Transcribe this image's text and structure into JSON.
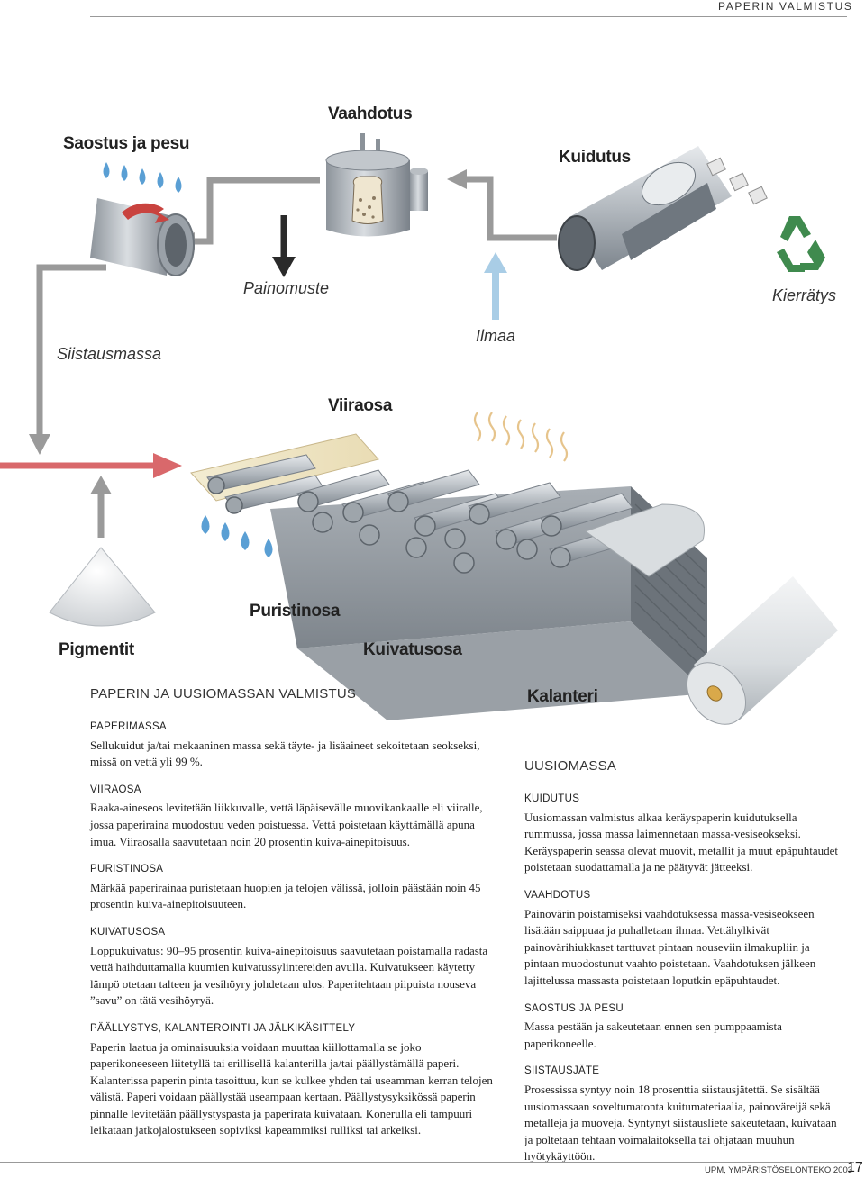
{
  "header": {
    "section": "PAPERIN VALMISTUS"
  },
  "diagram": {
    "labels": {
      "saostus": "Saostus ja pesu",
      "vaahdotus": "Vaahdotus",
      "kuidutus": "Kuidutus",
      "painomuste": "Painomuste",
      "kierratys": "Kierrätys",
      "siistausmassa": "Siistausmassa",
      "ilmaa": "Ilmaa",
      "viiraosa": "Viiraosa",
      "puristinosa": "Puristinosa",
      "pigmentit": "Pigmentit",
      "kuivatusosa": "Kuivatusosa",
      "kalanteri": "Kalanteri"
    },
    "colors": {
      "arrow_gray": "#9a9a9a",
      "arrow_red": "#d9686b",
      "arrow_blue": "#a9cde6",
      "recycle_green": "#3f8a4e",
      "water_blue": "#5a9fd4",
      "steel": "#b7bcc2"
    }
  },
  "left": {
    "title": "PAPERIN JA UUSIOMASSAN VALMISTUS",
    "sections": [
      {
        "heading": "PAPERIMASSA",
        "body": "Sellukuidut ja/tai mekaaninen massa sekä täyte- ja lisäaineet sekoitetaan seokseksi, missä on vettä yli 99 %."
      },
      {
        "heading": "VIIRAOSA",
        "body": "Raaka-aineseos levitetään liikkuvalle, vettä läpäisevälle muovikankaalle eli viiralle, jossa paperiraina muodostuu veden poistuessa. Vettä poistetaan käyttämällä apuna imua. Viiraosalla saavutetaan noin 20 prosentin kuiva-ainepitoisuus."
      },
      {
        "heading": "PURISTINOSA",
        "body": "Märkää paperirainaa puristetaan huopien ja telojen välissä, jolloin päästään noin 45 prosentin kuiva-ainepitoisuuteen."
      },
      {
        "heading": "KUIVATUSOSA",
        "body": "Loppukuivatus: 90–95 prosentin kuiva-ainepitoisuus saavutetaan poistamalla radasta vettä haihduttamalla kuumien kuivatussylintereiden avulla. Kuivatukseen käytetty lämpö otetaan talteen ja vesihöyry johdetaan ulos. Paperitehtaan piipuista nouseva ”savu” on tätä vesihöyryä."
      },
      {
        "heading": "PÄÄLLYSTYS, KALANTEROINTI JA JÄLKIKÄSITTELY",
        "body": "Paperin laatua ja ominaisuuksia voidaan muuttaa kiillottamalla se joko paperikoneeseen liitetyllä tai erillisellä kalanterilla ja/tai päällystämällä paperi. Kalanterissa paperin pinta tasoittuu, kun se kulkee yhden tai useamman kerran telojen välistä. Paperi voidaan päällystää useampaan kertaan. Päällystysyksikössä paperin pinnalle levitetään päällystyspasta ja paperirata kuivataan. Konerulla eli tampuuri leikataan jatkojalostukseen sopiviksi kapeammiksi rulliksi tai arkeiksi."
      }
    ]
  },
  "right": {
    "title": "UUSIOMASSA",
    "sections": [
      {
        "heading": "KUIDUTUS",
        "body": "Uusiomassan valmistus alkaa keräyspaperin kuidutuksella rummussa, jossa massa laimennetaan massa-vesiseokseksi. Keräyspaperin seassa olevat muovit, metallit ja muut epäpuhtaudet poistetaan suodattamalla ja ne päätyvät jätteeksi."
      },
      {
        "heading": "VAAHDOTUS",
        "body": "Painovärin poistamiseksi vaahdotuksessa massa-vesiseokseen lisätään saippuaa ja puhalletaan ilmaa. Vettähylkivät painovärihiukkaset tarttuvat pintaan nouseviin ilmakupliin ja pintaan muodostunut vaahto poistetaan. Vaahdotuksen jälkeen lajittelussa massasta poistetaan loputkin epäpuhtaudet."
      },
      {
        "heading": "SAOSTUS JA PESU",
        "body": "Massa pestään ja sakeutetaan ennen sen pumppaamista paperikoneelle."
      },
      {
        "heading": "SIISTAUSJÄTE",
        "body": "Prosessissa syntyy noin 18 prosenttia siistausjätettä. Se sisältää uusiomassaan soveltumatonta kuitumateriaalia, painoväreijä sekä metalleja ja muoveja. Syntynyt siistausliete sakeutetaan, kuivataan ja poltetaan tehtaan voimalaitoksella tai ohjataan muuhun hyötykäyttöön."
      }
    ]
  },
  "footer": {
    "text": "UPM, YMPÄRISTÖSELONTEKO  2003",
    "page": "17"
  }
}
